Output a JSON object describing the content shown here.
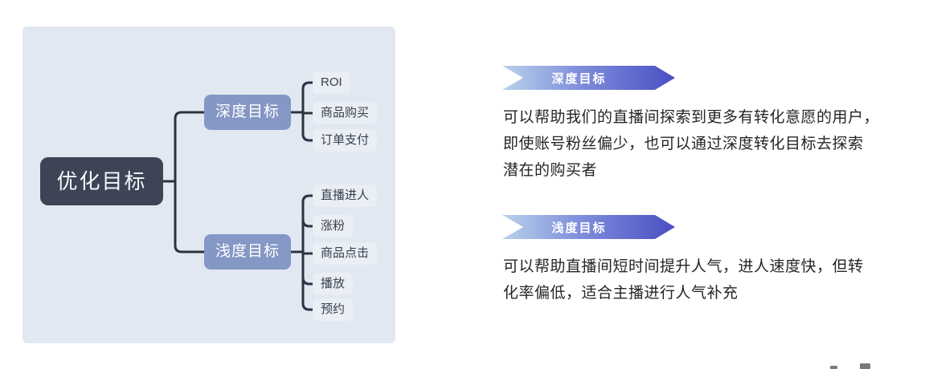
{
  "diagram": {
    "root": {
      "label": "优化目标"
    },
    "branches": [
      {
        "label": "深度目标",
        "children": [
          "ROI",
          "商品购买",
          "订单支付"
        ]
      },
      {
        "label": "浅度目标",
        "children": [
          "直播进人",
          "涨粉",
          "商品点击",
          "播放",
          "预约"
        ]
      }
    ]
  },
  "sections": [
    {
      "banner": "深度目标",
      "body_lines": [
        "可以帮助我们的直播间探索到更多有转化意愿的用户，",
        "即使账号粉丝偏少，也可以通过深度转化目标去探索",
        "潜在的购买者"
      ]
    },
    {
      "banner": "浅度目标",
      "body_lines": [
        "可以帮助直播间短时间提升人气，进人速度快，但转",
        "化率偏低，适合主播进行人气补充"
      ]
    }
  ],
  "colors": {
    "panel_bg": "#e2e8f1",
    "root_node": "#3d4456",
    "branch_node": "#8497c5",
    "leaf_node": "#eaeef5",
    "connector": "#2c3340",
    "banner_gradient_start": "#bad2ec",
    "banner_gradient_mid": "#7f8edb",
    "banner_gradient_end": "#4a4fc4",
    "body_text": "#252525"
  }
}
